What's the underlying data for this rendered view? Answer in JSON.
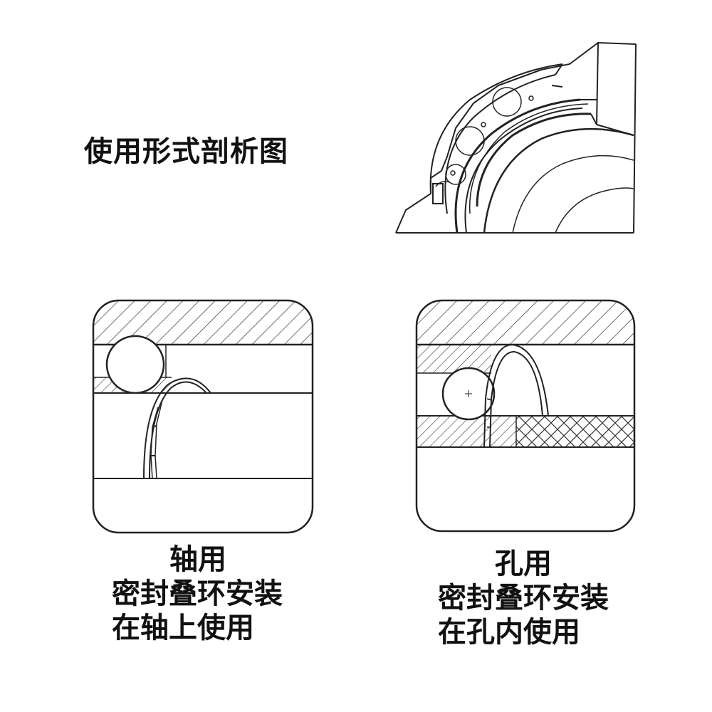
{
  "title": "使用形式剖析图",
  "left_panel": {
    "caption_line1": "轴用",
    "caption_line2": "密封叠环安装",
    "caption_line3": "在轴上使用"
  },
  "right_panel": {
    "caption_line1": "孔用",
    "caption_line2": "密封叠环安装",
    "caption_line3": "在孔内使用"
  }
}
